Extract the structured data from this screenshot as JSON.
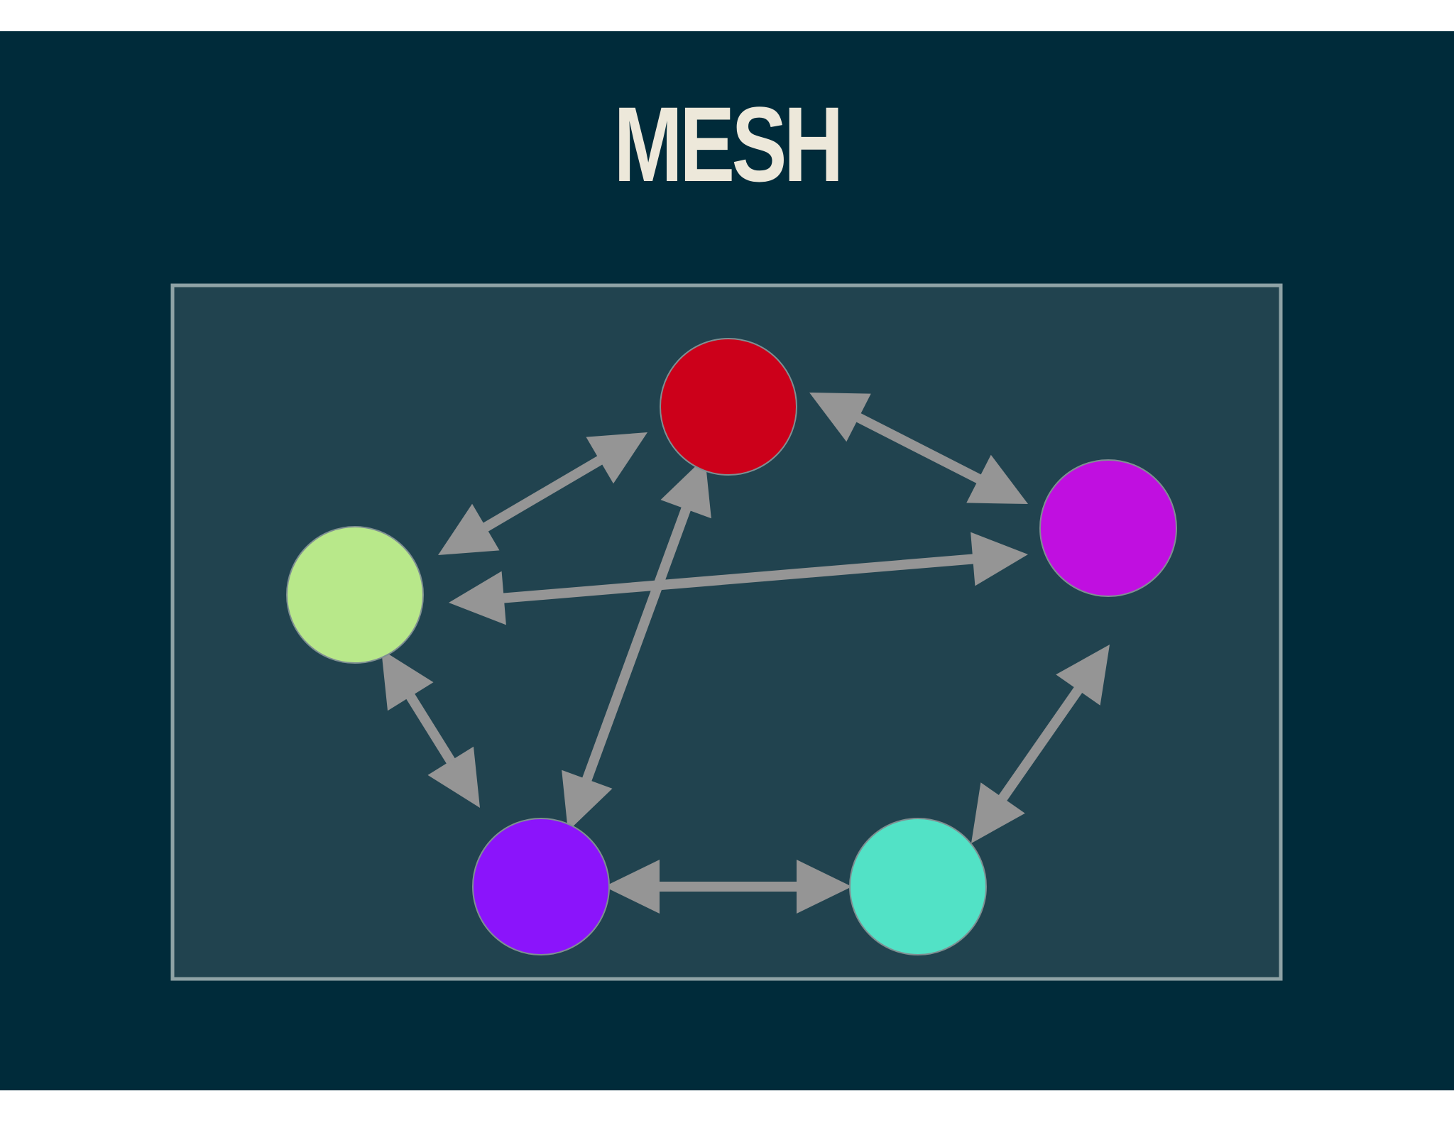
{
  "slide": {
    "title": "MESH",
    "background_color": "#002b3a",
    "title_color": "#ede8da"
  },
  "diagram": {
    "type": "mesh-network",
    "panel_fill": "#21434f",
    "panel_border_color": "#8fa3a6",
    "arrow_color": "#959595",
    "nodes": [
      {
        "id": "red",
        "color": "#cc001a"
      },
      {
        "id": "magenta",
        "color": "#c00fe0"
      },
      {
        "id": "light-green",
        "color": "#b8e88a"
      },
      {
        "id": "purple",
        "color": "#8b14fb"
      },
      {
        "id": "turquoise",
        "color": "#52e2c6"
      }
    ],
    "links": [
      {
        "from": "light-green",
        "to": "red",
        "bidirectional": true
      },
      {
        "from": "red",
        "to": "magenta",
        "bidirectional": true
      },
      {
        "from": "light-green",
        "to": "magenta",
        "bidirectional": true
      },
      {
        "from": "red",
        "to": "purple",
        "bidirectional": true
      },
      {
        "from": "light-green",
        "to": "purple",
        "bidirectional": true
      },
      {
        "from": "purple",
        "to": "turquoise",
        "bidirectional": true
      },
      {
        "from": "turquoise",
        "to": "magenta",
        "bidirectional": true
      }
    ]
  }
}
